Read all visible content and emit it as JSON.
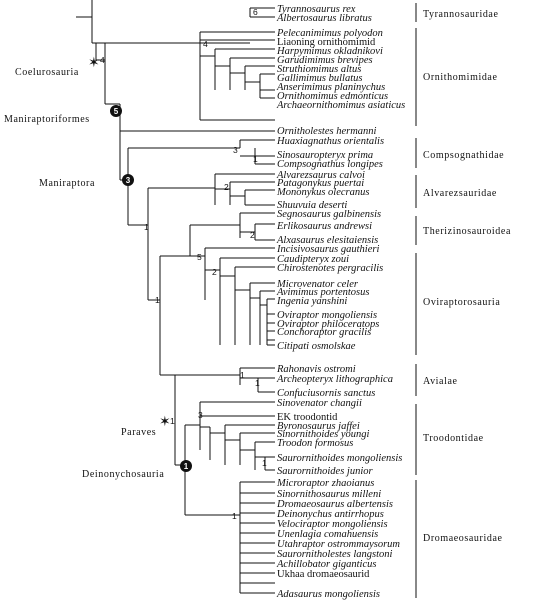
{
  "taxa": [
    "Tyrannosaurus rex",
    "Albertosaurus libratus",
    "Pelecanimimus polyodon",
    "Liaoning ornithomimid",
    "Harpymimus okladnikovi",
    "Garudimimus brevipes",
    "Struthiomimus altus",
    "Gallimimus bullatus",
    "Anserimimus planinychus",
    "Ornithomimus edmonticus",
    "Archaeornithomimus asiaticus",
    "Ornitholestes hermanni",
    "Huaxiagnathus orientalis",
    "Sinosauropteryx prima",
    "Compsognathus longipes",
    "Alvarezsaurus calvoi",
    "Patagonykus puertai",
    "Mononykus olecranus",
    "Shuuvuia deserti",
    "Segnosaurus galbinensis",
    "Erlikosaurus andrewsi",
    "Alxasaurus elesitaiensis",
    "Incisivosaurus gauthieri",
    "Caudipteryx zoui",
    "Chirostenotes pergracilis",
    "Microvenator celer",
    "Avimimus portentosus",
    "Ingenia yanshini",
    "Oviraptor mongoliensis",
    "Oviraptor philoceratops",
    "Conchoraptor gracilis",
    "Citipati osmolskae",
    "Rahonavis ostromi",
    "Archeopteryx lithographica",
    "Confuciusornis sanctus",
    "Sinovenator changii",
    "EK troodontid",
    "Byronosaurus jaffei",
    "Sinornithoides youngi",
    "Troodon formosus",
    "Saurornithoides mongoliensis",
    "Saurornithoides junior",
    "Microraptor zhaoianus",
    "Sinornithosaurus milleni",
    "Dromaeosaurus albertensis",
    "Deinonychus antirrhopus",
    "Velociraptor mongoliensis",
    "Unenlagia comahuensis",
    "Utahraptor ostrommaysorum",
    "Saurornitholestes langstoni",
    "Achillobator giganticus",
    "Ukhaa dromaeosaurid",
    "Adasaurus mongoliensis"
  ],
  "families": [
    "Tyrannosauridae",
    "Ornithomimidae",
    "Compsognathidae",
    "Alvarezsauridae",
    "Therizinosauroidea",
    "Oviraptorosauria",
    "Avialae",
    "Troodontidae",
    "Dromaeosauridae"
  ],
  "clades": [
    "Coelurosauria",
    "Maniraptoriformes",
    "Maniraptora",
    "Paraves",
    "Deinonychosauria"
  ],
  "supports": [
    "6",
    "4",
    "4",
    "3",
    "1",
    "2",
    "1",
    "1",
    "2",
    "5",
    "2",
    "1",
    "1",
    "1",
    "3",
    "1",
    "1"
  ],
  "node_markers": [
    "5",
    "3",
    "1"
  ],
  "star_symbol": "✶"
}
